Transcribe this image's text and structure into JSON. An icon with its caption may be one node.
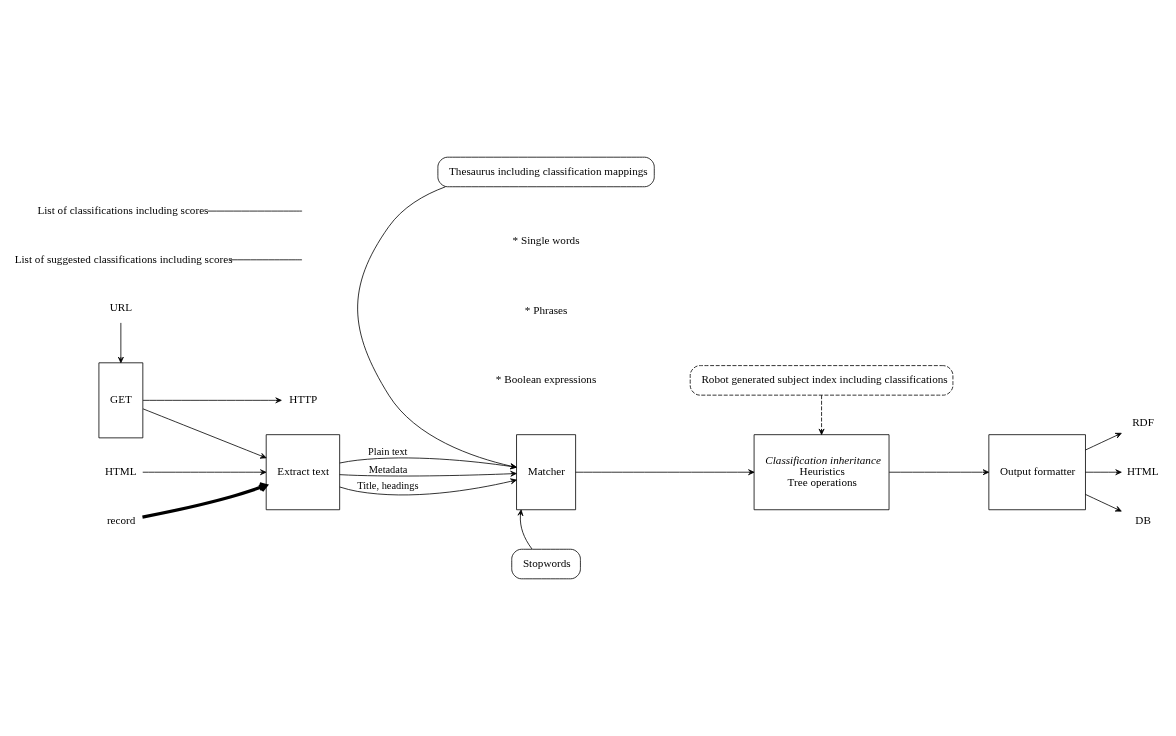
{
  "diagram": {
    "nodes": [
      {
        "text": [
          "URL"
        ]
      },
      {
        "text": [
          "GET"
        ]
      },
      {
        "text": [
          "HTTP"
        ]
      },
      {
        "text": [
          "HTML"
        ]
      },
      {
        "text": [
          "record"
        ]
      },
      {
        "text": [
          "Extract text"
        ]
      },
      {
        "text": [
          "Thesaurus including classification mappings"
        ]
      },
      {
        "text": [
          "Matcher"
        ]
      },
      {
        "text": [
          "Stopwords"
        ]
      },
      {
        "text": [
          "Robot generated subject index including classifications"
        ]
      },
      {
        "text": [
          "Classification inheritance",
          "Heuristics",
          "Tree operations"
        ]
      },
      {
        "text": [
          "Output formatter"
        ]
      },
      {
        "text": [
          "RDF"
        ]
      },
      {
        "text": [
          "HTML"
        ]
      },
      {
        "text": [
          "DB"
        ]
      },
      {
        "text": [
          "List of suggested classifications including scores"
        ]
      },
      {
        "text": [
          "List of classifications including scores"
        ]
      }
    ],
    "edges": [
      {
        "from": 0,
        "to": 1,
        "arrow": "to"
      },
      {
        "from": 1,
        "to": 2,
        "arrow": "to"
      },
      {
        "from": 1,
        "to": 5,
        "arrow": "to"
      },
      {
        "from": 3,
        "to": 5,
        "arrow": "to"
      },
      {
        "from": 4,
        "to": 5,
        "arrow": "to",
        "style": "thick"
      },
      {
        "from": 5,
        "to": 7,
        "arrow": "to",
        "label": "Plain text"
      },
      {
        "from": 5,
        "to": 7,
        "arrow": "to",
        "label": "Metadata"
      },
      {
        "from": 5,
        "to": 7,
        "arrow": "to",
        "label": "Title, headings"
      },
      {
        "from": 6,
        "to": 7,
        "arrow": "to"
      },
      {
        "from": 8,
        "to": 7,
        "arrow": "to"
      },
      {
        "from": 7,
        "to": 10,
        "arrow": "to"
      },
      {
        "from": 9,
        "to": 10,
        "arrow": "to",
        "style": "dashed"
      },
      {
        "from": 10,
        "to": 11,
        "arrow": "to"
      },
      {
        "from": 11,
        "to": 12,
        "arrow": "to"
      },
      {
        "from": 11,
        "to": 13,
        "arrow": "to"
      },
      {
        "from": 11,
        "to": 14,
        "arrow": "to"
      },
      {
        "from": 15,
        "to": null,
        "arrow": "none"
      },
      {
        "from": 16,
        "to": null,
        "arrow": "none"
      }
    ],
    "labels": [
      "* Single words",
      "* Phrases",
      "* Boolean expressions"
    ]
  }
}
